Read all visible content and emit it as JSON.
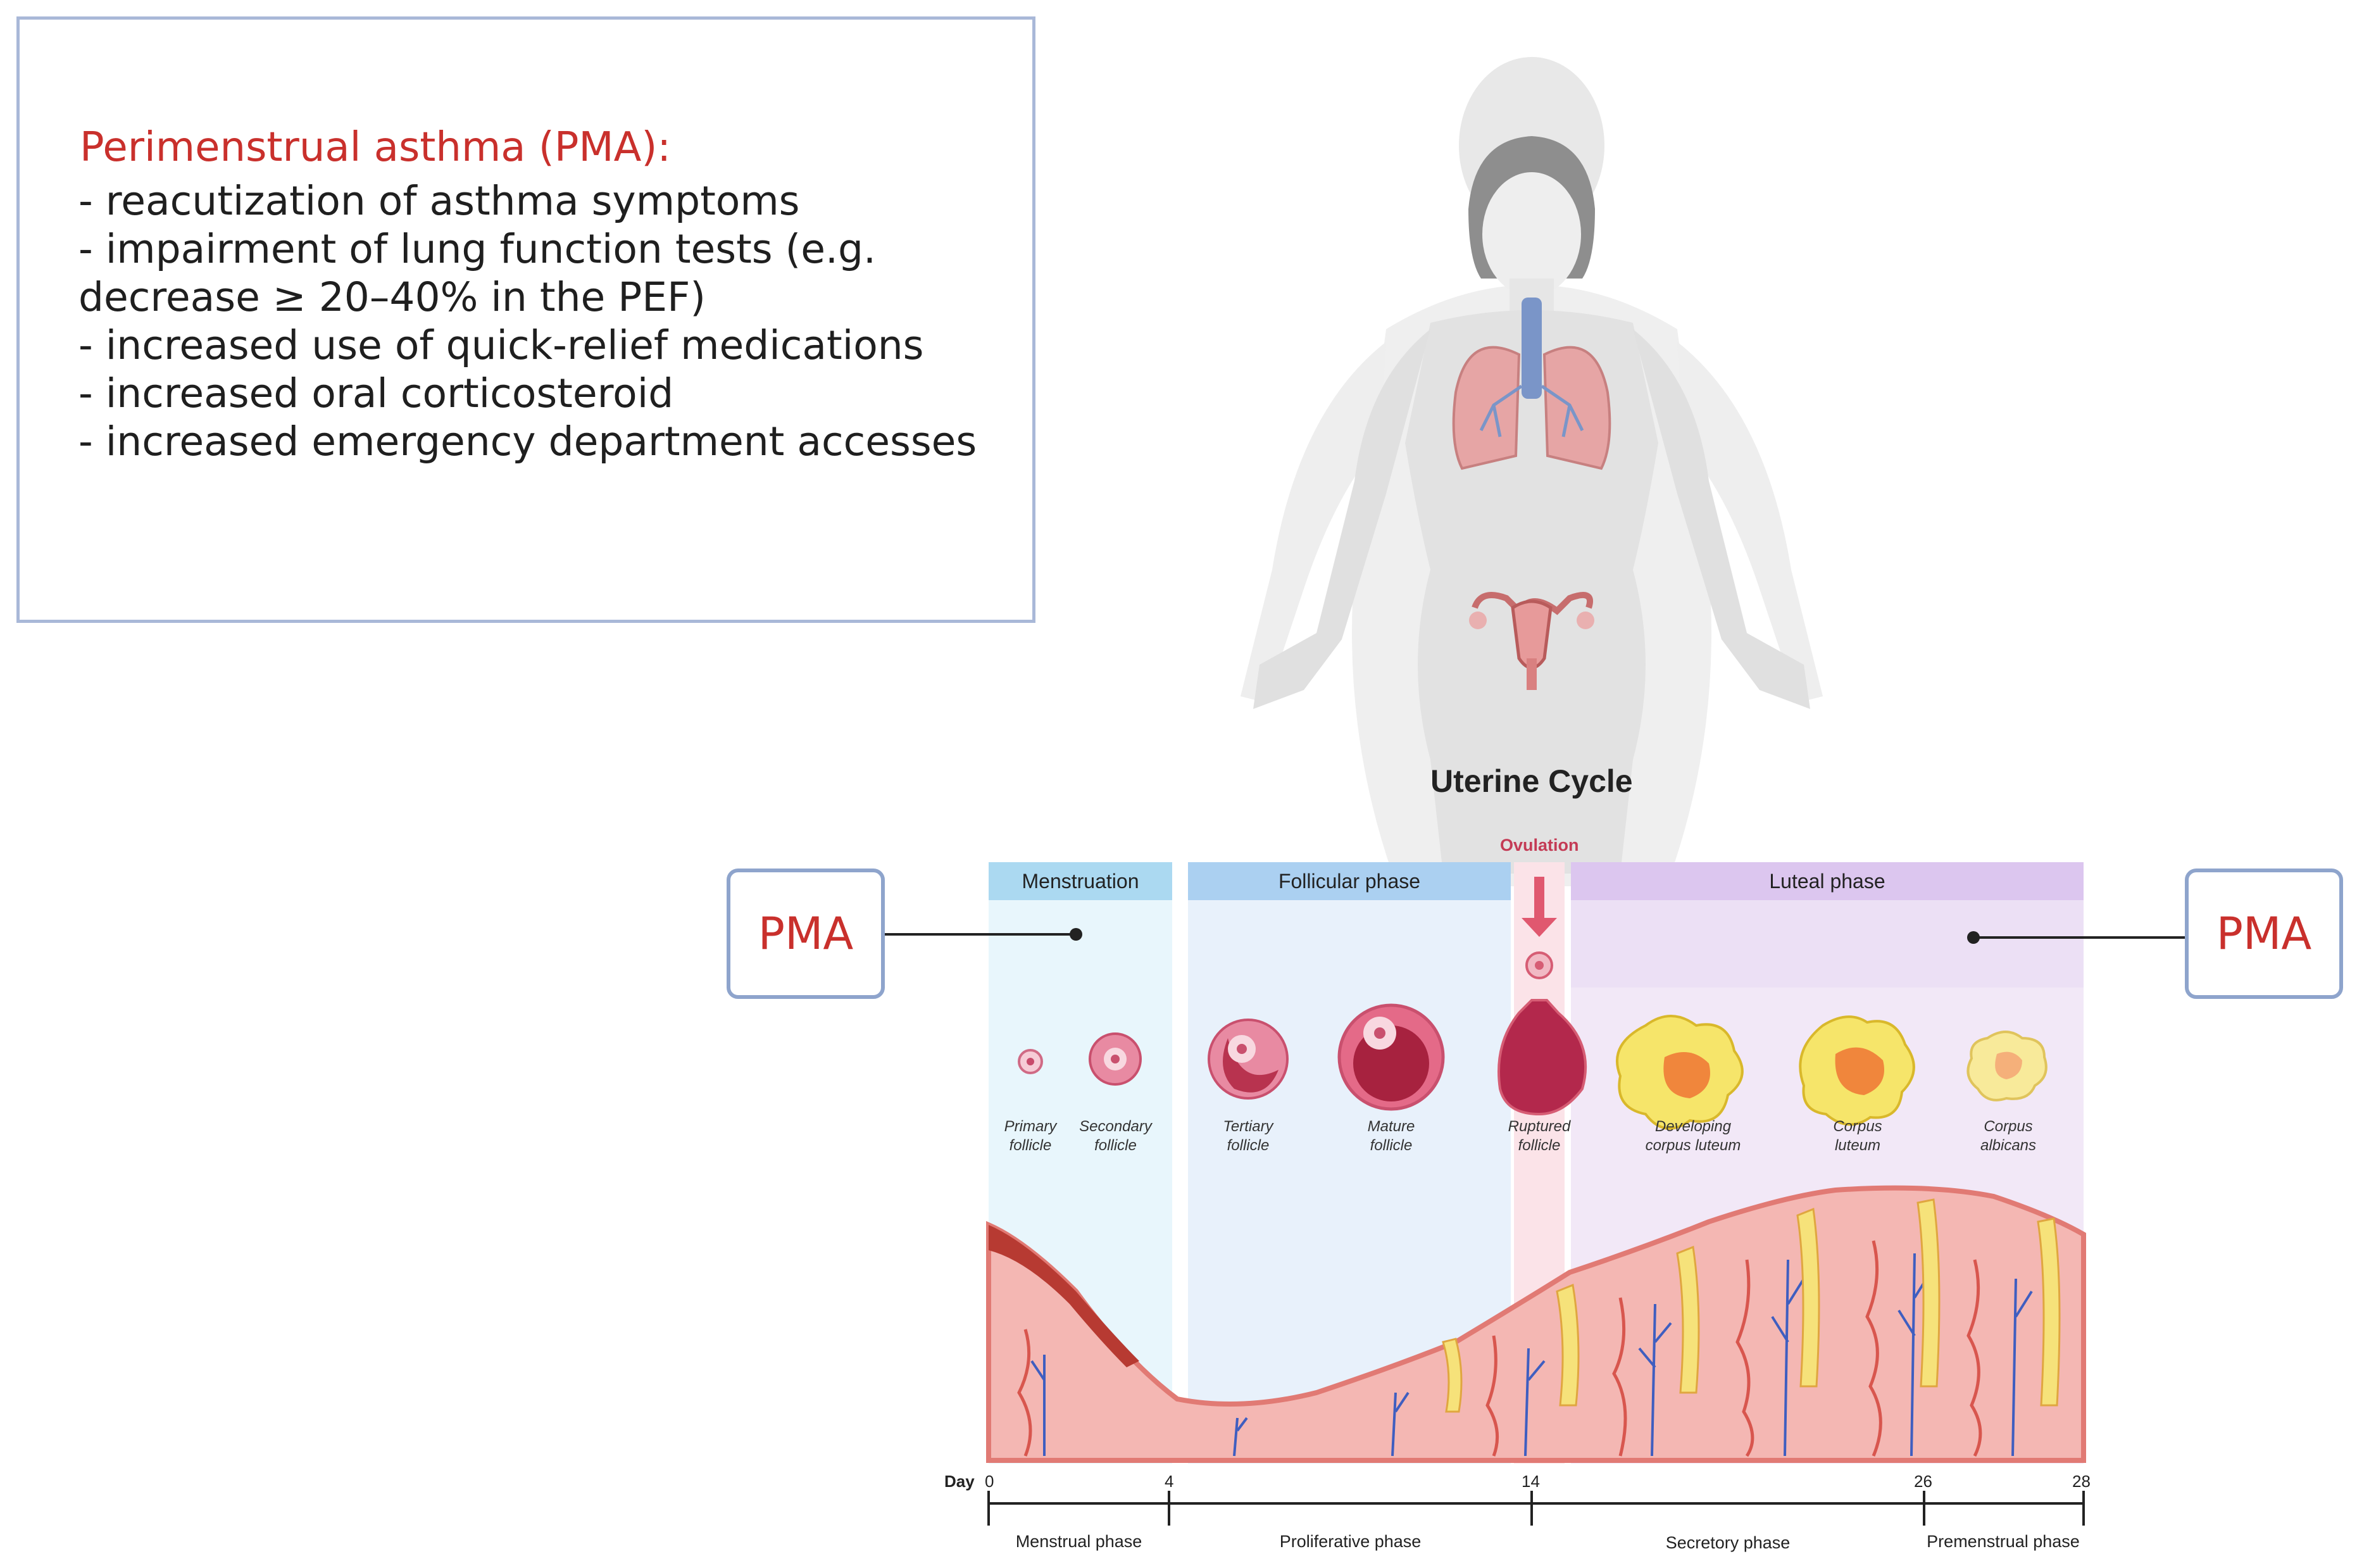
{
  "info": {
    "heading": "Perimenstrual asthma (PMA):",
    "items": [
      "- reacutization of asthma symptoms",
      "- impairment of lung function tests (e.g. decrease  ≥ 20–40% in the PEF)",
      "- increased use of quick-relief medications",
      "- increased oral corticosteroid",
      "- increased emergency department accesses"
    ]
  },
  "pma_left": "PMA",
  "pma_right": "PMA",
  "cycle": {
    "title": "Uterine Cycle",
    "ovulation": "Ovulation",
    "phases": [
      "Menstruation",
      "Follicular phase",
      "Luteal phase"
    ],
    "follicles": [
      "Primary follicle",
      "Secondary follicle",
      "Tertiary follicle",
      "Mature follicle",
      "Ruptured follicle",
      "Developing corpus luteum",
      "Corpus luteum",
      "Corpus albicans"
    ],
    "day_label": "Day",
    "days": [
      "0",
      "4",
      "14",
      "26",
      "28"
    ],
    "uterine_phases": [
      "Menstrual phase",
      "Proliferative phase",
      "Secretory phase",
      "Premenstrual phase"
    ]
  },
  "colors": {
    "accent_red": "#c9302c",
    "box_border": "#8ea4cc",
    "menstruation": "#a8d8f0",
    "follicular": "#a9cdef",
    "luteal": "#dcc6ef",
    "endometrium": "#f0a8a8"
  }
}
